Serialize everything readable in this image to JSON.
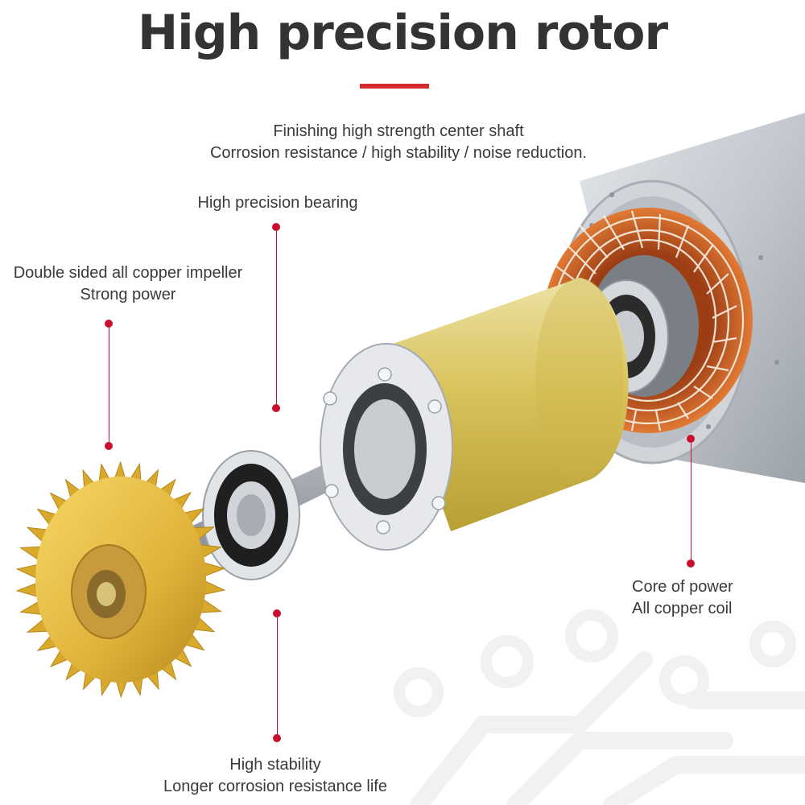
{
  "title": "High precision rotor",
  "colors": {
    "accent": "#d42a2a",
    "text": "#333333",
    "copper": "#d9682a",
    "gold": "#d8c055",
    "steel": "#c7ccd2"
  },
  "callouts": {
    "center_shaft": {
      "line1": "Finishing high strength center shaft",
      "line2": "Corrosion resistance / high stability / noise reduction."
    },
    "bearing": {
      "line1": "High precision bearing"
    },
    "impeller": {
      "line1": "Double sided all copper impeller",
      "line2": "Strong power"
    },
    "core": {
      "line1": "Core of power",
      "line2": "All copper coil"
    },
    "stability": {
      "line1": "High stability",
      "line2": "Longer corrosion resistance life"
    }
  }
}
